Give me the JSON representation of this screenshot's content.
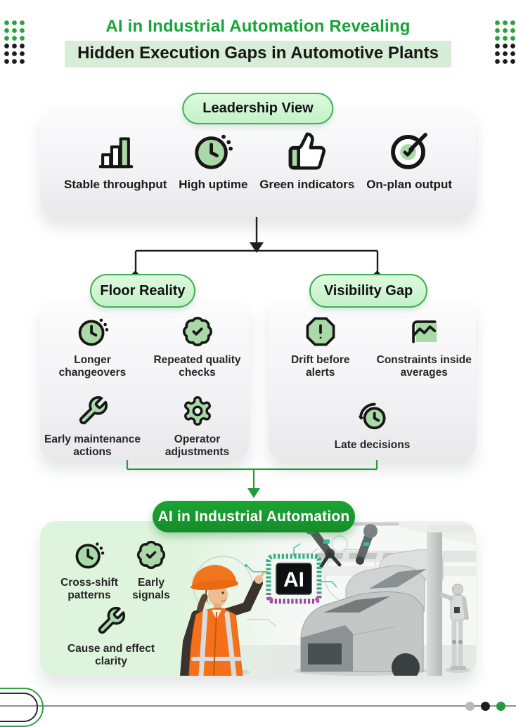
{
  "header": {
    "title_accent": "AI in Industrial Automation Revealing",
    "title_highlight": "Hidden Execution Gaps in Automotive Plants"
  },
  "leadership": {
    "badge": "Leadership View",
    "items": [
      {
        "icon": "bar-chart-icon",
        "label": "Stable throughput"
      },
      {
        "icon": "uptime-clock-icon",
        "label": "High uptime"
      },
      {
        "icon": "thumbs-up-icon",
        "label": "Green indicators"
      },
      {
        "icon": "target-icon",
        "label": "On-plan output"
      }
    ]
  },
  "floor_reality": {
    "badge": "Floor Reality",
    "items": [
      {
        "icon": "clock-icon",
        "label": "Longer changeovers"
      },
      {
        "icon": "quality-check-badge-icon",
        "label": "Repeated quality checks"
      },
      {
        "icon": "wrench-icon",
        "label": "Early maintenance actions"
      },
      {
        "icon": "gear-icon",
        "label": "Operator adjustments"
      }
    ]
  },
  "visibility_gap": {
    "badge": "Visibility Gap",
    "items": [
      {
        "icon": "alert-octagon-icon",
        "label": "Drift before alerts"
      },
      {
        "icon": "line-chart-icon",
        "label": "Constraints inside averages"
      },
      {
        "icon": "history-clock-icon",
        "label": "Late decisions"
      }
    ]
  },
  "solution": {
    "badge": "AI in Industrial Automation",
    "items": [
      {
        "icon": "clock-icon",
        "label": "Cross-shift patterns"
      },
      {
        "icon": "quality-check-badge-icon",
        "label": "Early signals"
      },
      {
        "icon": "wrench-icon",
        "label": "Cause and effect clarity"
      }
    ],
    "photo": {
      "chip_label": "AI"
    }
  },
  "colors": {
    "accent_green": "#18A338",
    "badge_fill": "#CDF5CF",
    "badge_border": "#43AE57",
    "icon_fill": "#A9D9A6",
    "highlight_band": "#D8EDD8",
    "solution_pill_green": "#189B2F",
    "solution_card_green": "#DFF4DC",
    "text_dark": "#171717"
  }
}
